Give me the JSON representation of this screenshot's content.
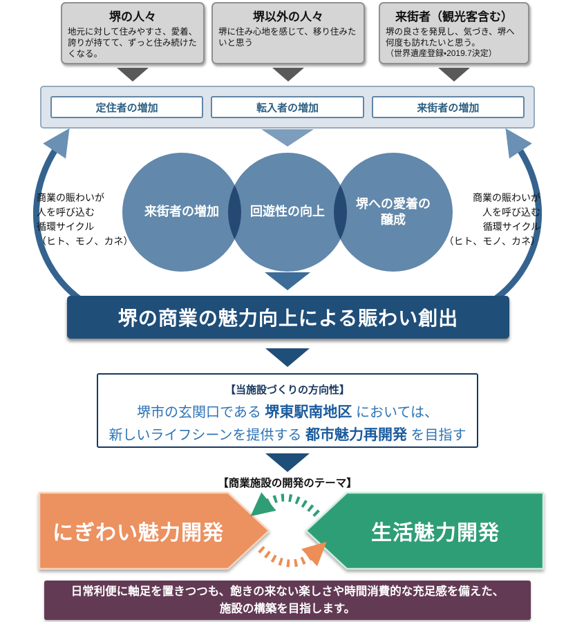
{
  "colors": {
    "gray_box": "#d5d5d5",
    "steel_blue": "#7d9dbd",
    "circle_blue": "#6288ab",
    "banner_navy": "#1f4e79",
    "direction_blue": "#2e74b6",
    "theme_orange": "#ec9160",
    "theme_green": "#2f9e77",
    "footer_plum": "#633a54"
  },
  "audience_boxes": [
    {
      "title": "堺の人々",
      "body": "地元に対して住みやすさ、愛着、誇りが持てて、ずっと住み続けたくなる。"
    },
    {
      "title": "堺以外の人々",
      "body": "堺に住み心地を感じて、移り住みたいと思う"
    },
    {
      "title": "来街者（観光客含む）",
      "body": "堺の良さを発見し、気づき、堺へ何度も訪れたいと思う。",
      "note": "（世界遺産登録・2019.7決定）"
    }
  ],
  "increase_boxes": [
    {
      "label": "定住者の増加"
    },
    {
      "label": "転入者の増加"
    },
    {
      "label": "来街者の増加"
    }
  ],
  "circles": [
    {
      "line1": "来街者の増加"
    },
    {
      "line1": "回遊性の向上"
    },
    {
      "line1": "堺への愛着の",
      "line2": "醸成"
    }
  ],
  "cycle_left": {
    "lines": [
      "商業の賑わいが",
      "人を呼び込む",
      "循環サイクル",
      "（ヒト、モノ、カネ）"
    ]
  },
  "cycle_right": {
    "lines": [
      "商業の賑わいが",
      "人を呼び込む",
      "循環サイクル",
      "（ヒト、モノ、カネ）"
    ]
  },
  "main_banner": {
    "label": "堺の商業の魅力向上による賑わい創出"
  },
  "direction_box": {
    "heading": "【当施設づくりの方向性】",
    "line1": {
      "pre": "堺市の玄関口である ",
      "strong": "堺東駅南地区",
      "post": " においては、"
    },
    "line2": {
      "pre": "新しいライフシーンを提供する ",
      "strong": "都市魅力再開発",
      "post": " を目指す"
    }
  },
  "theme_section": {
    "caption": "【商業施設の開発のテーマ】",
    "left": {
      "label": "にぎわい魅力開発",
      "color": "#ec9160"
    },
    "right": {
      "label": "生活魅力開発",
      "color": "#2f9e77"
    }
  },
  "footer": {
    "lines": [
      "日常利便に軸足を置きつつも、飽きの来ない楽しさや時間消費的な充足感を備えた、",
      "施設の構築を目指します。"
    ]
  }
}
